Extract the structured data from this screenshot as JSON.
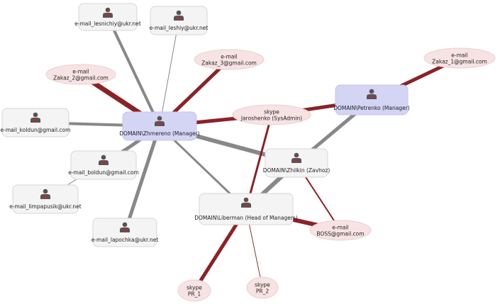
{
  "colors": {
    "user_box_fill": "#f4f4f4",
    "user_box_stroke": "#d6d6d6",
    "manager_box_fill": "#d4d4f5",
    "manager_box_stroke": "#c4c4ea",
    "contact_fill": "#f7e3e3",
    "contact_stroke": "#ead0d0",
    "edge_gray": "#888888",
    "edge_red": "#8b2226",
    "edge_dark": "#7a3a3a",
    "person_icon": "#555555",
    "person_tie": "#c0282e"
  },
  "nodes": [
    {
      "id": "zhmereno",
      "kind": "manager",
      "icon": "person-icon",
      "lines": [
        "DOMAIN\\Zhmereno (Manager)"
      ]
    },
    {
      "id": "petrenko",
      "kind": "manager",
      "icon": "person-icon",
      "lines": [
        "DOMAIN\\Petrenko (Manager)"
      ]
    },
    {
      "id": "zhilkin",
      "kind": "user",
      "icon": "person-icon",
      "lines": [
        "DOMAIN\\Zhilkin (Zavhoz)"
      ]
    },
    {
      "id": "liberman",
      "kind": "user",
      "icon": "person-icon",
      "lines": [
        "DOMAIN\\Liberman (Head of Managers)"
      ]
    },
    {
      "id": "lesnichiy",
      "kind": "user",
      "icon": "person-icon",
      "lines": [
        "e-mail_lesnichiy@ukr.net"
      ]
    },
    {
      "id": "leshiy",
      "kind": "user",
      "icon": "person-icon",
      "lines": [
        "e-mail_leshiy@ukr.net"
      ]
    },
    {
      "id": "koldun",
      "kind": "user",
      "icon": "person-icon",
      "lines": [
        "e-mail_koldun@gmail.com"
      ]
    },
    {
      "id": "boldun",
      "kind": "user",
      "icon": "person-icon",
      "lines": [
        "e-mail_boldun@gmail.com"
      ]
    },
    {
      "id": "limpapusik",
      "kind": "user",
      "icon": "person-icon",
      "lines": [
        "e-mail_limpapusik@ukr.net"
      ]
    },
    {
      "id": "lapochka",
      "kind": "user",
      "icon": "person-icon",
      "lines": [
        "e-mail_lapochka@ukr.net"
      ]
    },
    {
      "id": "zakaz3",
      "kind": "contact",
      "lines": [
        "e-mail",
        "Zakaz_3@gmail.com"
      ]
    },
    {
      "id": "zakaz2",
      "kind": "contact",
      "lines": [
        "e-mail",
        "Zakaz_2@gmail.com"
      ]
    },
    {
      "id": "zakaz1",
      "kind": "contact",
      "lines": [
        "e-mail",
        "Zakaz_1@gmail.com"
      ]
    },
    {
      "id": "jaroshenko",
      "kind": "contact",
      "lines": [
        "skype",
        "Jaroshenko (SysAdmin)"
      ]
    },
    {
      "id": "boss",
      "kind": "contact",
      "lines": [
        "e-mail",
        "BOSS@gmail.com"
      ]
    },
    {
      "id": "pr1",
      "kind": "contact",
      "lines": [
        "skype",
        "PR_1"
      ]
    },
    {
      "id": "pr2",
      "kind": "contact",
      "lines": [
        "skype",
        "PR_2"
      ]
    }
  ],
  "edges": [
    {
      "source": "lesnichiy",
      "target": "zhmereno",
      "style": "gray",
      "weight": 4
    },
    {
      "source": "leshiy",
      "target": "zhmereno",
      "style": "gray",
      "weight": 1
    },
    {
      "source": "zakaz3",
      "target": "zhmereno",
      "style": "red",
      "weight": 5
    },
    {
      "source": "zakaz2",
      "target": "zhmereno",
      "style": "red",
      "weight": 7
    },
    {
      "source": "koldun",
      "target": "zhmereno",
      "style": "gray",
      "weight": 4
    },
    {
      "source": "boldun",
      "target": "zhmereno",
      "style": "gray",
      "weight": 5
    },
    {
      "source": "limpapusik",
      "target": "zhmereno",
      "style": "gray",
      "weight": 1
    },
    {
      "source": "lapochka",
      "target": "zhmereno",
      "style": "gray",
      "weight": 5
    },
    {
      "source": "zhmereno",
      "target": "jaroshenko",
      "style": "red",
      "weight": 5
    },
    {
      "source": "zhmereno",
      "target": "zhilkin",
      "style": "gray",
      "weight": 6
    },
    {
      "source": "zhmereno",
      "target": "liberman",
      "style": "gray",
      "weight": 3
    },
    {
      "source": "jaroshenko",
      "target": "petrenko",
      "style": "red",
      "weight": 5
    },
    {
      "source": "zakaz1",
      "target": "petrenko",
      "style": "red",
      "weight": 5
    },
    {
      "source": "petrenko",
      "target": "zhilkin",
      "style": "gray",
      "weight": 5
    },
    {
      "source": "jaroshenko",
      "target": "liberman",
      "style": "red",
      "weight": 3
    },
    {
      "source": "zhilkin",
      "target": "liberman",
      "style": "gray",
      "weight": 6
    },
    {
      "source": "zhilkin",
      "target": "boss",
      "style": "red",
      "weight": 2
    },
    {
      "source": "liberman",
      "target": "boss",
      "style": "red",
      "weight": 6
    },
    {
      "source": "liberman",
      "target": "pr1",
      "style": "red",
      "weight": 5
    },
    {
      "source": "liberman",
      "target": "pr2",
      "style": "dark",
      "weight": 1
    }
  ]
}
